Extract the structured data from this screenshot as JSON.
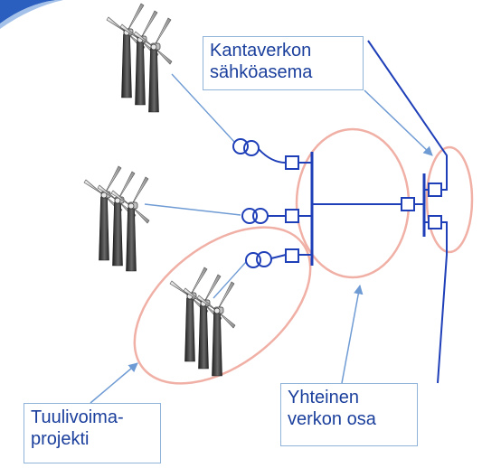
{
  "labels": {
    "grid_substation": [
      "Kantaverkon",
      "sähköasema"
    ],
    "wind_project": [
      "Tuulivoima-",
      "projekti"
    ],
    "shared_network": [
      "Yhteinen",
      "verkon osa"
    ]
  },
  "colors": {
    "line": "#1f3fb8",
    "pointer": "#6f9bd4",
    "ellipse": "#f0b0a6",
    "turbine_dark": "#3a3a3a",
    "turbine_light": "#d9d9d9",
    "corner": "#2a5fc0"
  },
  "icons": {
    "turbine_group": "wind-turbine-icon",
    "transformer": "transformer-icon",
    "breaker": "circuit-breaker-icon",
    "busbar": "busbar-icon"
  }
}
